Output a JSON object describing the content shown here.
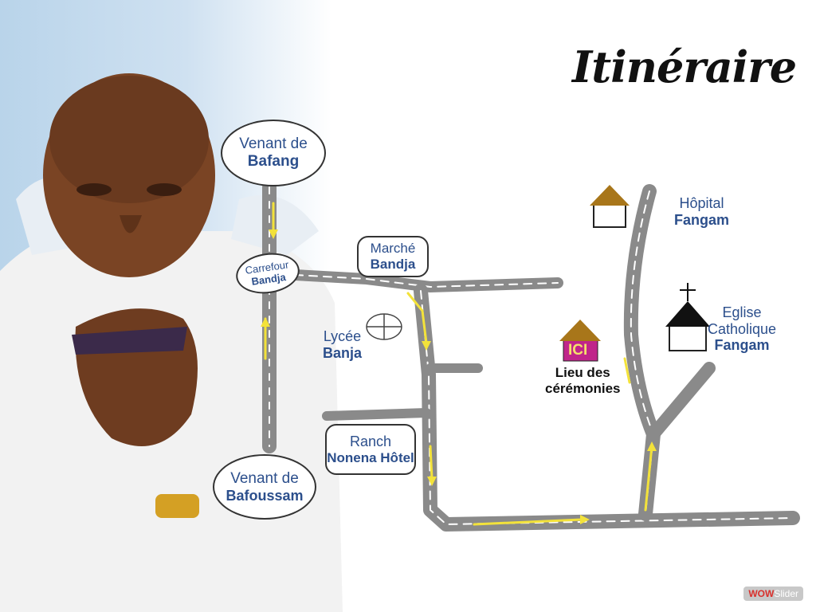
{
  "title": "Itinéraire",
  "places": {
    "venant_bafang": {
      "line1": "Venant de",
      "line2": "Bafang"
    },
    "carrefour": {
      "line1": "Carrefour",
      "line2": "Bandja"
    },
    "marche": {
      "line1": "Marché",
      "line2": "Bandja"
    },
    "lycee": {
      "line1": "Lycée",
      "line2": "Banja"
    },
    "ranch": {
      "line1": "Ranch",
      "line2": "Nonena Hôtel"
    },
    "venant_bafoussam": {
      "line1": "Venant de",
      "line2": "Bafoussam"
    },
    "hopital": {
      "line1": "Hôpital",
      "line2": "Fangam"
    },
    "eglise": {
      "line1": "Eglise",
      "line2": "Catholique",
      "line3": "Fangam"
    },
    "ceremonies": {
      "sign": "ICI",
      "line1": "Lieu des",
      "line2": "cérémonies"
    }
  },
  "colors": {
    "road": "#8a8a8a",
    "route": "#f3e23a",
    "label": "#2c4f8c",
    "venue_sign": "#c0258a",
    "roof": "#a8761a"
  },
  "watermark": {
    "part1": "WOW",
    "part2": "Slider"
  }
}
